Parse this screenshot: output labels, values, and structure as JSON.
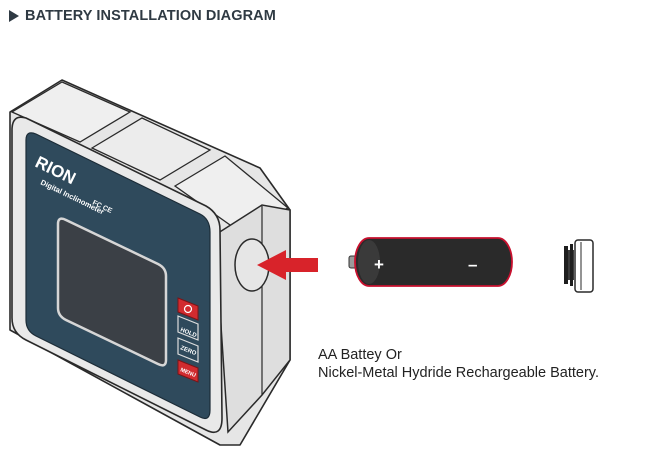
{
  "header": {
    "title": "BATTERY INSTALLATION DIAGRAM",
    "bullet": "triangle-right-icon"
  },
  "device": {
    "brand": "RION",
    "subtitle": "Digital Inclinometer",
    "cert_marks": "FC CE",
    "buttons": {
      "power_icon": "power-icon",
      "hold_label": "HOLD",
      "zero_label": "ZERO",
      "menu_label": "MENU"
    }
  },
  "battery": {
    "plus": "+",
    "minus": "–"
  },
  "caption": {
    "line1": "AA Battey Or",
    "line2": "Nickel-Metal Hydride Rechargeable Battery."
  },
  "colors": {
    "arrow": "#d8232a",
    "panel": "#2f4a5c",
    "battery_body": "#2a2a2a",
    "battery_outline": "#c8102e",
    "button_red": "#d12b2f",
    "button_dark": "#2f4a5c"
  }
}
